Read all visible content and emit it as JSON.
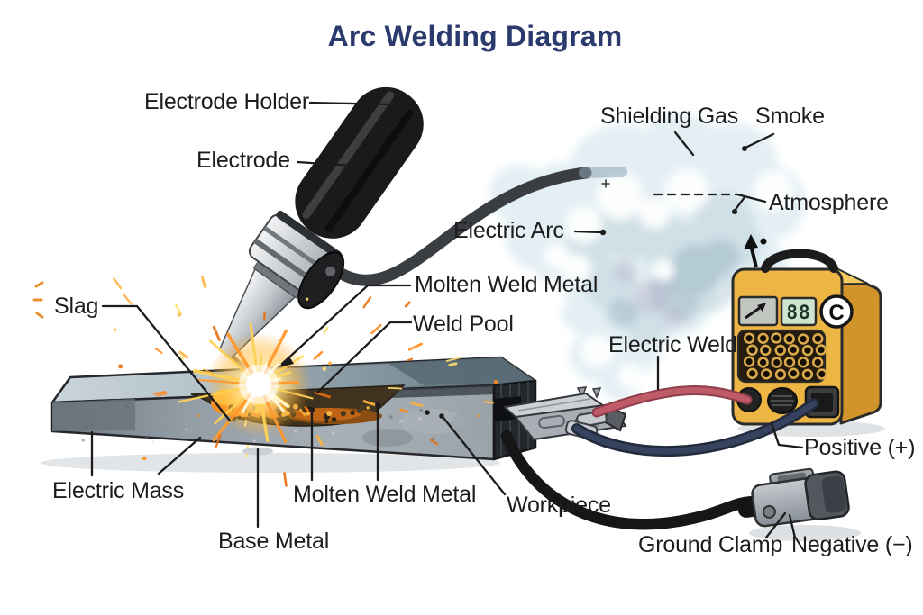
{
  "title": "Arc Welding Diagram",
  "labels": {
    "electrode_holder": "Electrode Holder",
    "electrode": "Electrode",
    "shielding_gas": "Shielding Gas",
    "smoke": "Smoke",
    "atmosphere": "Atmosphere",
    "electric_arc": "Electric Arc",
    "molten_weld_metal_upper": "Molten Weld Metal",
    "weld_pool": "Weld Pool",
    "electric_weld": "Electric Weld",
    "slag": "Slag",
    "electric_mass": "Electric Mass",
    "molten_weld_metal_lower": "Molten Weld Metal",
    "base_metal": "Base Metal",
    "workpiece": "Workpiece",
    "positive": "Positive (+)",
    "ground_clamp": "Ground Clamp",
    "negative": "Negative (−)"
  },
  "machine": {
    "display_value": "88",
    "dial_letter": "C"
  },
  "colors": {
    "title_color": "#2b3a6d",
    "label_color": "#1d1d1d",
    "machine_yellow": "#ecb544",
    "machine_side": "#d0942b",
    "cable_positive": "#bf5a67",
    "cable_negative": "#36425e",
    "cable_ground": "#161616",
    "smoke_tint": "#dfedf3",
    "spark_orange": "#ff9126",
    "spark_yellow": "#ffd24f",
    "steel_top": "#c3ced4",
    "steel_front": "#99a3ab"
  }
}
